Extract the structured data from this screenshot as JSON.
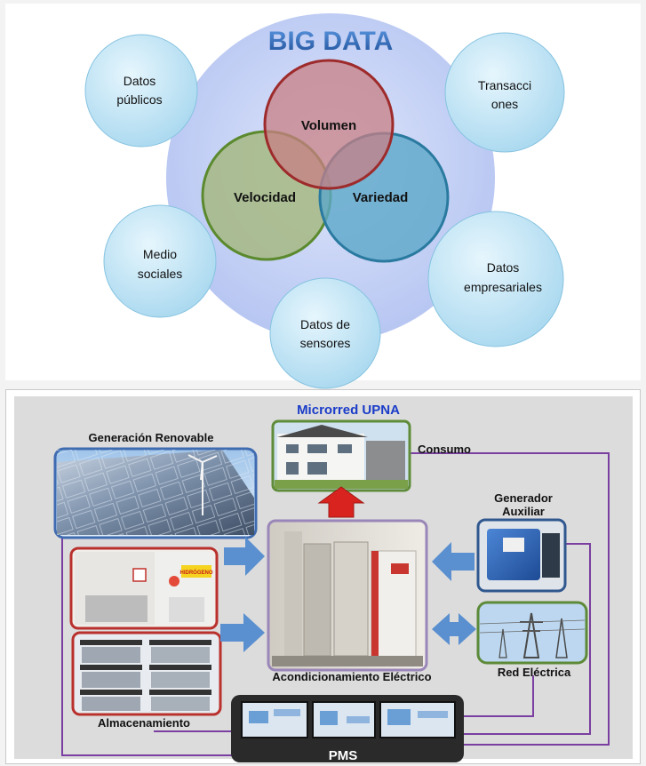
{
  "big_data": {
    "title": "BIG DATA",
    "venn": {
      "volumen": "Volumen",
      "velocidad": "Velocidad",
      "variedad": "Variedad"
    },
    "sources": {
      "datos_publicos": [
        "Datos",
        "públicos"
      ],
      "transacciones": [
        "Transacci",
        "ones"
      ],
      "medio_sociales": [
        "Medio",
        "sociales"
      ],
      "datos_empresariales": [
        "Datos",
        "empresariales"
      ],
      "datos_sensores": [
        "Datos de",
        "sensores"
      ]
    }
  },
  "microgrid": {
    "title": "Microrred UPNA",
    "labels": {
      "generacion": "Generación Renovable",
      "consumo": "Consumo",
      "generador": [
        "Generador",
        "Auxiliar"
      ],
      "acondicionamiento": "Acondicionamiento Eléctrico",
      "red": "Red Eléctrica",
      "almacenamiento": "Almacenamiento",
      "pms": "PMS",
      "hydrogen_sign": "HIDRÓGENO"
    }
  },
  "colors": {
    "title_blue": "#2f6fc0",
    "microgrid_title": "#1a3cc8",
    "bubble_fill": "#bfe4f5",
    "volumen_ring": "#9e2b2b",
    "velocidad_ring": "#5b8a2e",
    "variedad_ring": "#2a7aa0",
    "connector_purple": "#7a3fa0",
    "arrow_blue": "#5a8fd0",
    "arrow_red": "#d8231f"
  }
}
